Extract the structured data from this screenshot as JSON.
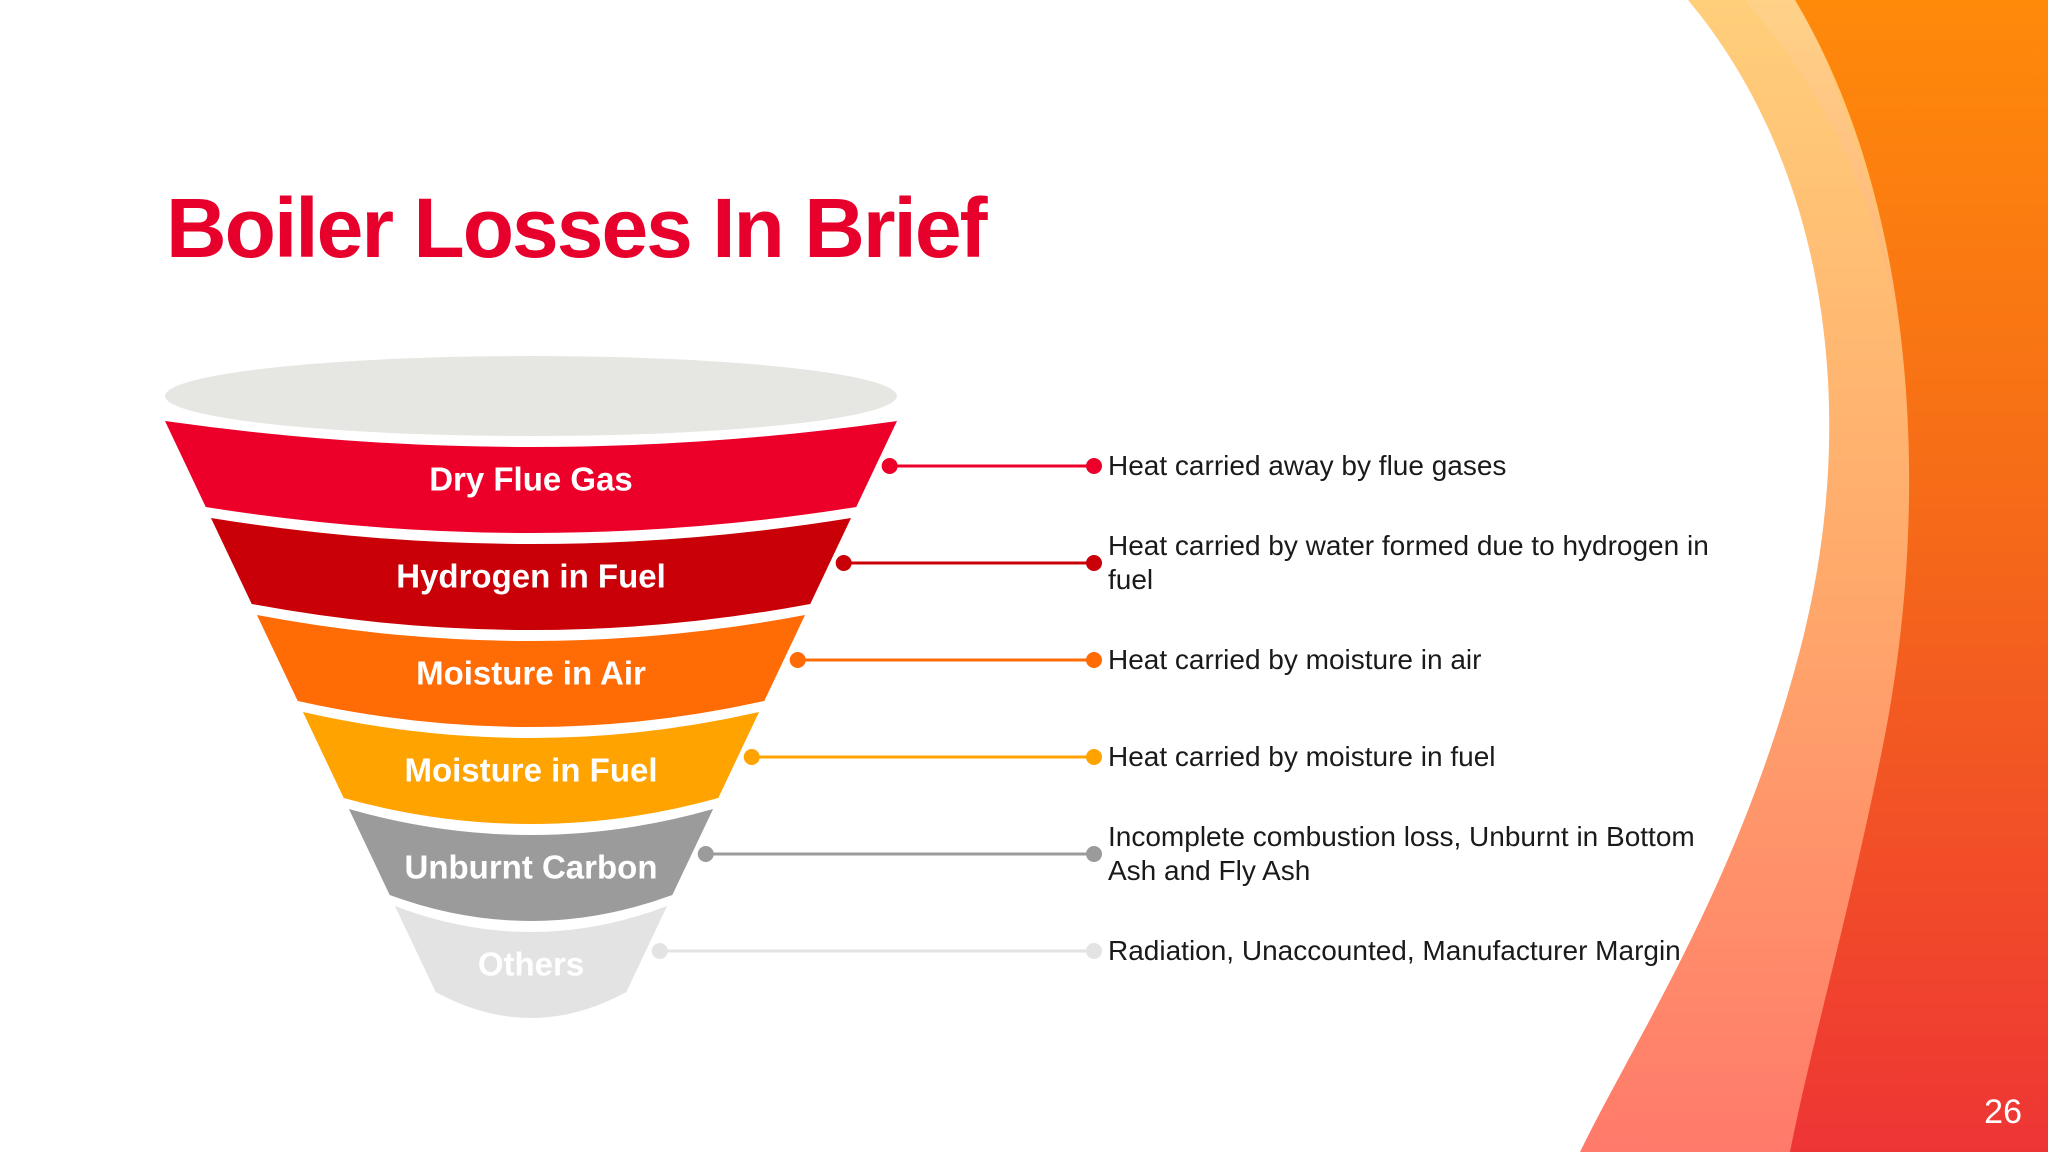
{
  "title": "Boiler Losses In Brief",
  "slide_number": "26",
  "colors": {
    "title": "#e8002d",
    "label_text": "#ffffff",
    "description_text": "#1a1a1a",
    "funnel_rim": "#e6e6e2"
  },
  "funnel": {
    "stages": [
      {
        "label": "Dry Flue Gas",
        "description": "Heat carried away by flue gases",
        "color": "#ec0029"
      },
      {
        "label": "Hydrogen in Fuel",
        "description": "Heat carried by water formed due to hydrogen in fuel",
        "color": "#c90007"
      },
      {
        "label": "Moisture in Air",
        "description": "Heat carried by moisture in air",
        "color": "#ff6b05"
      },
      {
        "label": "Moisture in Fuel",
        "description": "Heat carried by moisture in fuel",
        "color": "#ffa300"
      },
      {
        "label": "Unburnt Carbon",
        "description": "Incomplete combustion loss, Unburnt in Bottom Ash and Fly Ash",
        "color": "#9b9b9b"
      },
      {
        "label": "Others",
        "description": "Radiation, Unaccounted, Manufacturer Margin",
        "color": "#e3e3e3"
      }
    ]
  }
}
